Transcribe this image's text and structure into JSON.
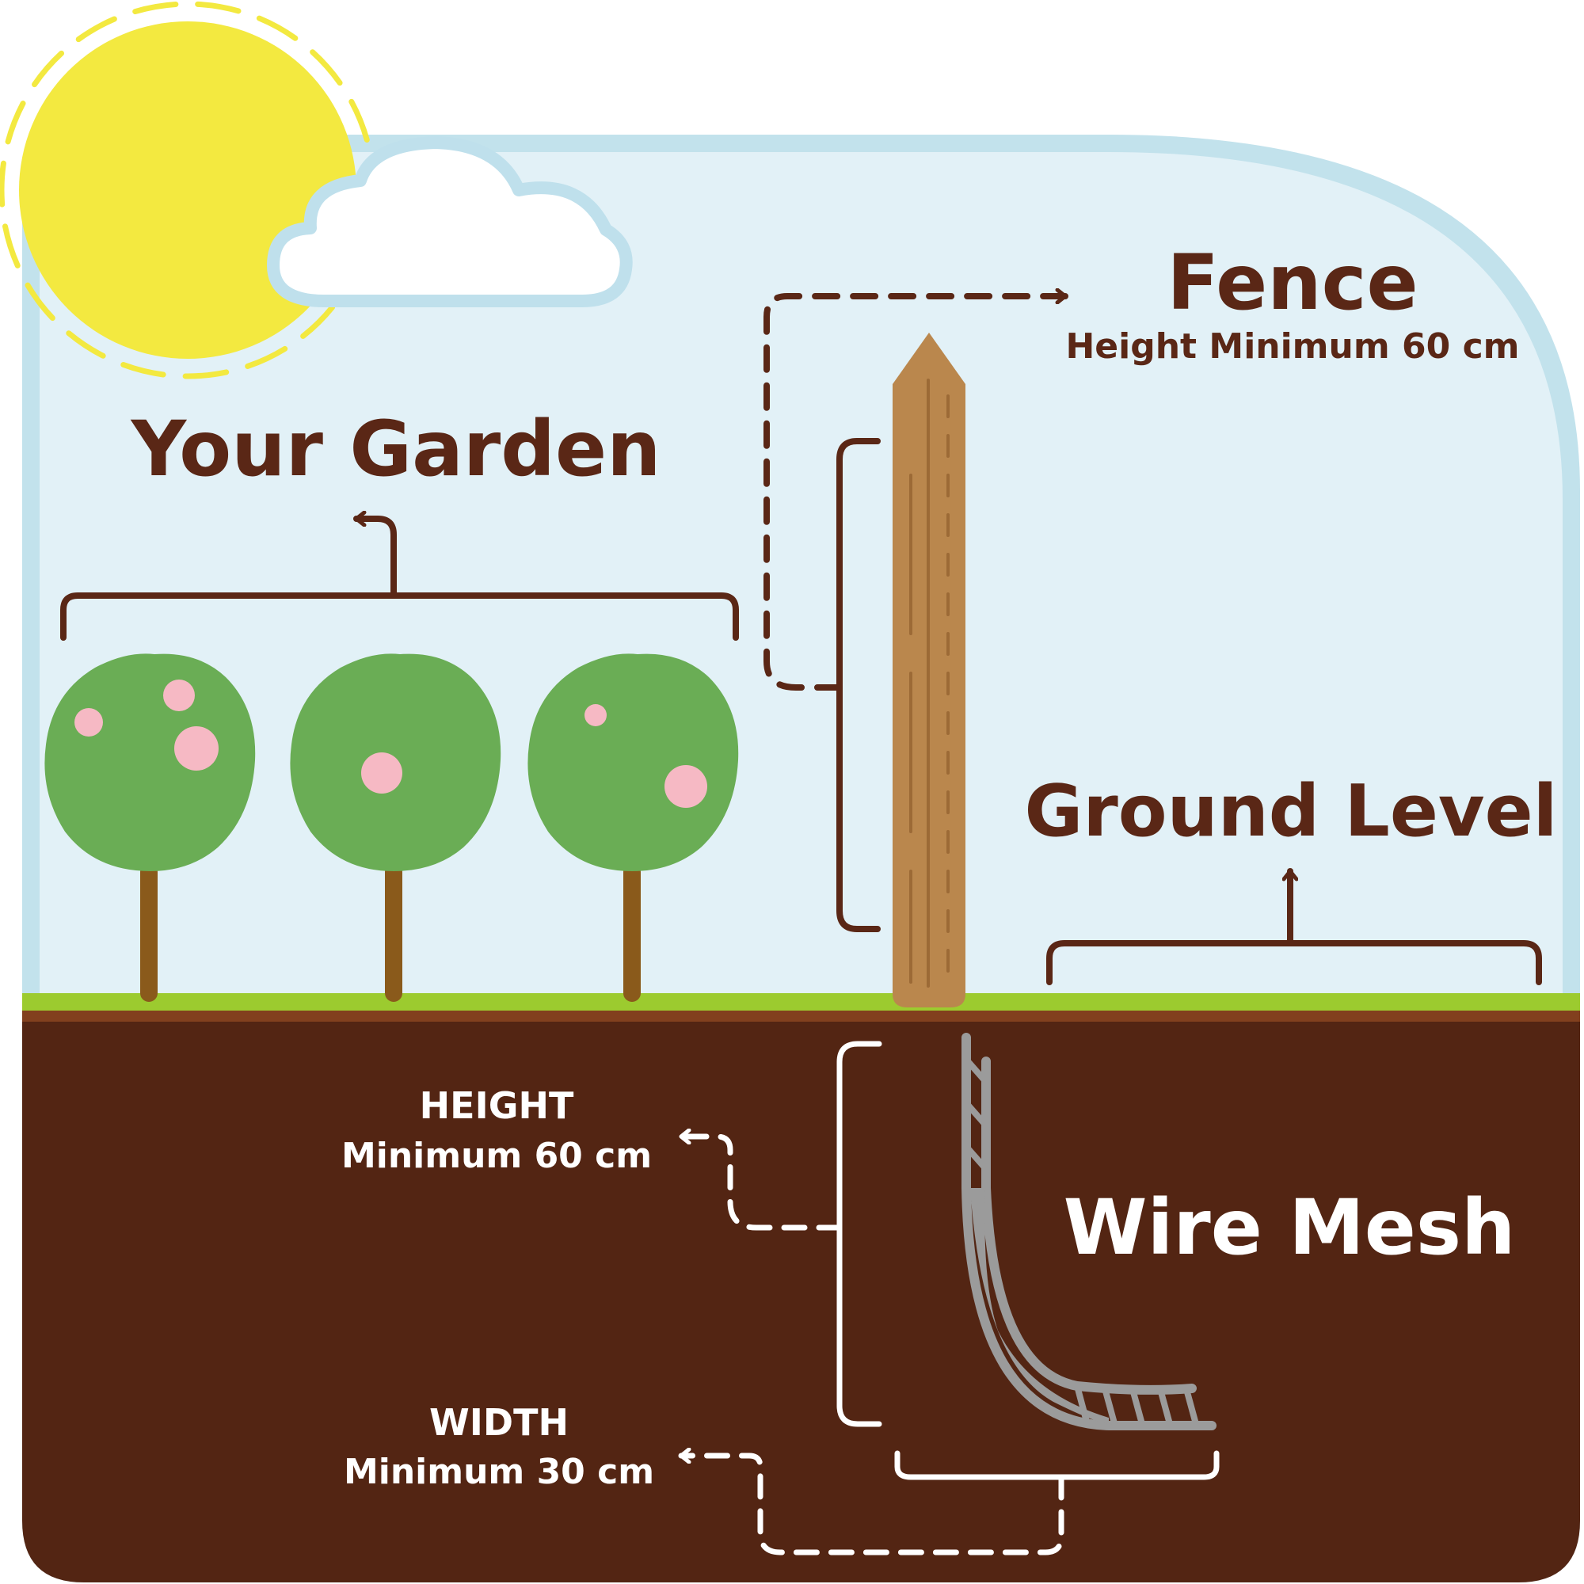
{
  "labels": {
    "fence_title": "Fence",
    "fence_subtitle": "Height Minimum 60 cm",
    "garden": "Your Garden",
    "ground_level": "Ground Level",
    "wire_mesh": "Wire Mesh",
    "height_title": "HEIGHT",
    "height_value": "Minimum 60 cm",
    "width_title": "WIDTH",
    "width_value": "Minimum 30 cm"
  },
  "colors": {
    "sky": "#e2f1f7",
    "sky_border": "#c2e2ec",
    "sun": "#f3e940",
    "cloud_fill": "#ffffff",
    "cloud_border": "#bfe0ec",
    "text_dark": "#5a2716",
    "soil": "#532513",
    "soil_top": "#82401e",
    "grass": "#9ccb2f",
    "tree_foliage": "#6aad55",
    "tree_trunk": "#8a5a1b",
    "flower": "#f6b9c4",
    "post": "#ba874d",
    "post_grain": "#9c6a36",
    "mesh": "#9b9b9b",
    "white": "#ffffff"
  },
  "icons": [
    "sun-icon",
    "cloud-icon",
    "tree-icon",
    "flower-icon",
    "fence-post-icon",
    "wire-mesh-icon",
    "arrow-icon"
  ]
}
